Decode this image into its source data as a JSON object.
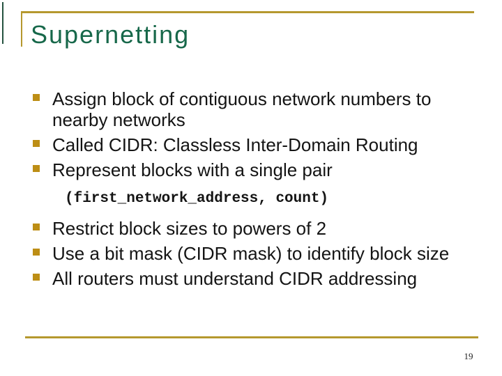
{
  "slide": {
    "title": "Supernetting",
    "bullets": [
      "Assign block of contiguous network numbers to nearby networks",
      "Called CIDR: Classless Inter-Domain Routing",
      "Represent blocks with a single pair",
      "Restrict block sizes to powers of 2",
      "Use a bit mask (CIDR mask) to identify block size",
      "All routers must understand CIDR addressing"
    ],
    "code_line": "(first_network_address, count)",
    "page_number": "19",
    "colors": {
      "rule_gold": "#B5982E",
      "bullet_gold": "#BD8E15",
      "title_green": "#17684A",
      "left_tick_green": "#24523F",
      "body_text": "#141414"
    }
  }
}
